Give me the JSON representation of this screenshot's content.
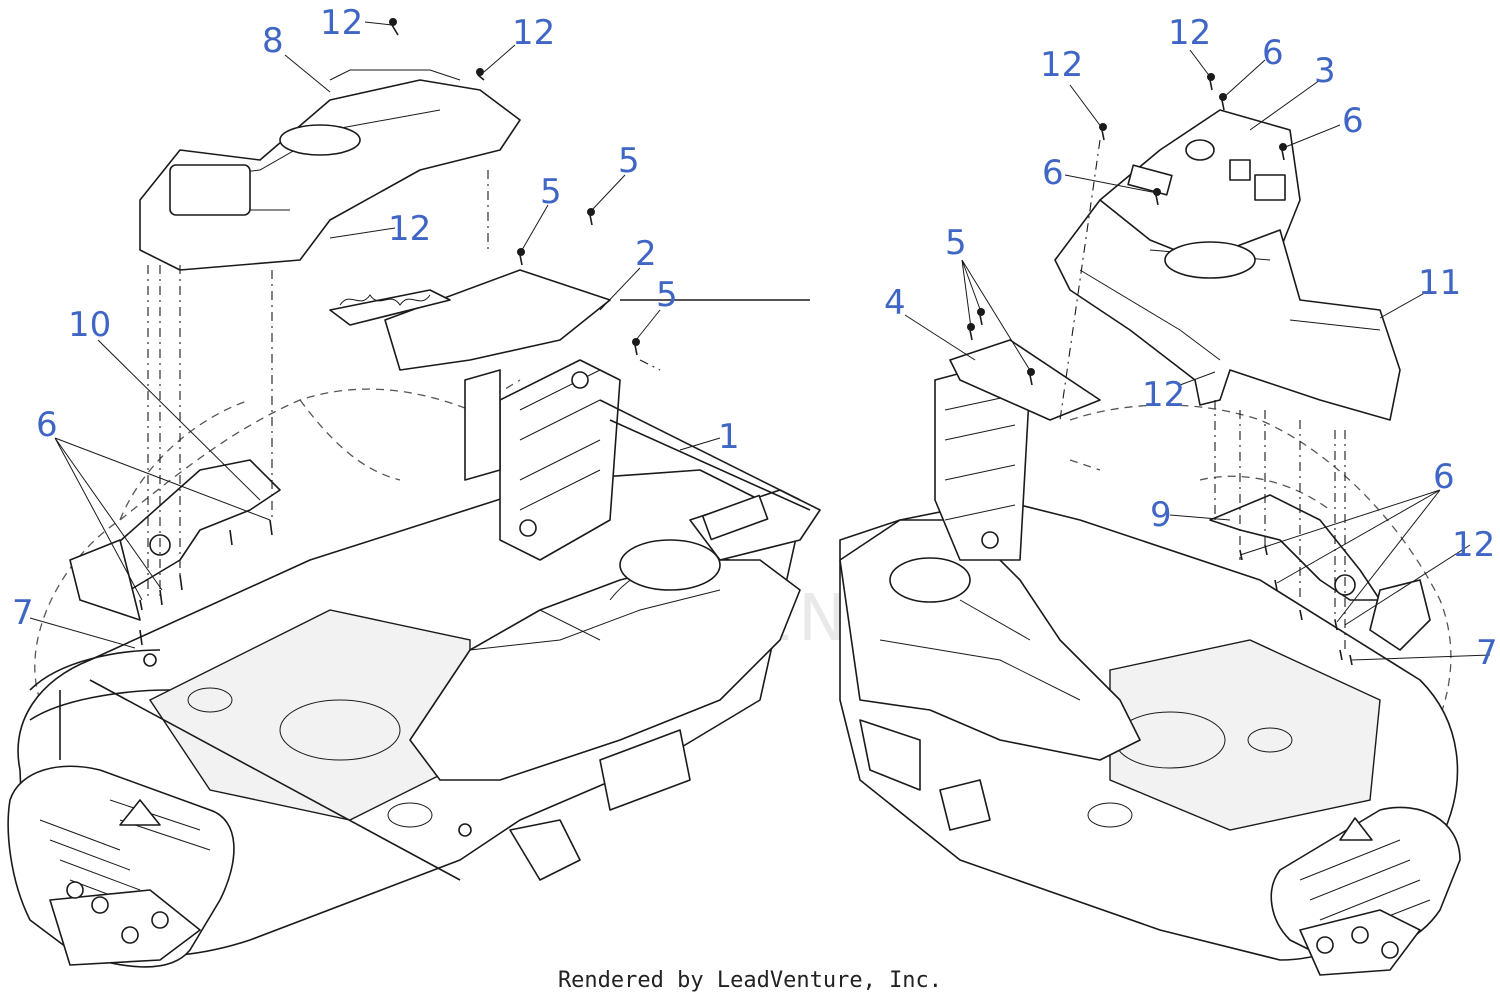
{
  "credit": "Rendered by LeadVenture, Inc.",
  "watermark": "LEADVENTURE",
  "callout_color": "#3f66c4",
  "callouts": {
    "c_12a": "12",
    "c_12b": "12",
    "c_8": "8",
    "c_12c": "12",
    "c_5a": "5",
    "c_5b": "5",
    "c_2": "2",
    "c_5c": "5",
    "c_10": "10",
    "c_6a": "6",
    "c_1": "1",
    "c_7a": "7",
    "c_12d": "12",
    "c_12e": "12",
    "c_6b": "6",
    "c_3": "3",
    "c_6c": "6",
    "c_6d": "6",
    "c_5d": "5",
    "c_4": "4",
    "c_11": "11",
    "c_12f": "12",
    "c_9": "9",
    "c_6e": "6",
    "c_12g": "12",
    "c_7b": "7"
  }
}
